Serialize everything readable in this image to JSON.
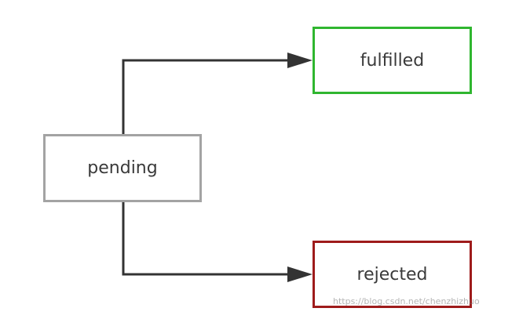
{
  "diagram": {
    "nodes": {
      "pending": {
        "label": "pending",
        "border_color": "#a3a3a3"
      },
      "fulfilled": {
        "label": "fulfilled",
        "border_color": "#2fb62f"
      },
      "rejected": {
        "label": "rejected",
        "border_color": "#9e1b1b"
      }
    },
    "edges": [
      {
        "from": "pending",
        "to": "fulfilled"
      },
      {
        "from": "pending",
        "to": "rejected"
      }
    ],
    "arrow_color": "#333333"
  },
  "watermark": {
    "text": "https://blog.csdn.net/chenzhizhuo"
  }
}
